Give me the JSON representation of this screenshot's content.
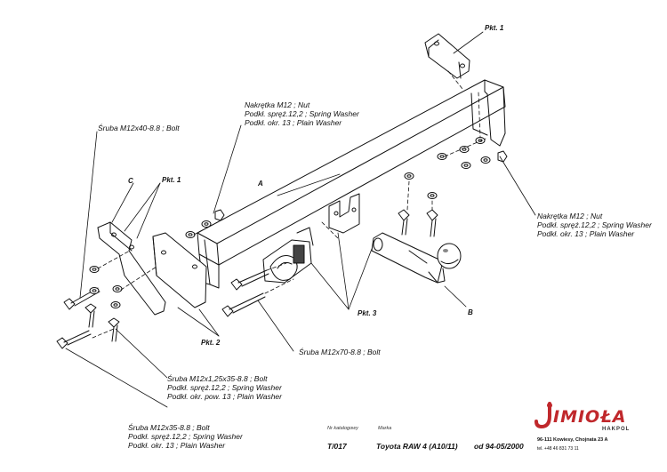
{
  "callouts": {
    "nut_upper": [
      "Nakrętka  M12 ; Nut",
      "Podkł. spręż.12,2 ; Spring Washer",
      "Podkł. okr. 13 ; Plain Washer"
    ],
    "bolt_40": [
      "Śruba M12x40-8.8 ;  Bolt"
    ],
    "nut_right": [
      "Nakrętka  M12 ; Nut",
      "Podkł. spręż.12,2 ; Spring Washer",
      "Podkł. okr. 13 ; Plain Washer"
    ],
    "bolt_70": [
      "Śruba M12x70-8.8 ;  Bolt"
    ],
    "bolt_125": [
      "Śruba M12x1,25x35-8.8 ;  Bolt",
      "Podkł. spręż.12,2 ; Spring Washer",
      "Podkł. okr. pow. 13 ; Plain Washer"
    ],
    "bolt_35": [
      "Śruba M12x35-8.8 ;  Bolt",
      "Podkł. spręż.12,2 ; Spring Washer",
      "Podkł. okr. 13 ; Plain Washer"
    ]
  },
  "tags": {
    "pkt1_top": "Pkt. 1",
    "pkt1_left": "Pkt. 1",
    "pkt2": "Pkt. 2",
    "pkt3": "Pkt. 3",
    "a": "A",
    "b": "B",
    "c": "C"
  },
  "title_block": {
    "catalog_head": "Nr katalogowy",
    "catalog_no": "T/017",
    "make_head": "Marka",
    "model": "Toyota RAW 4 (A10/11)",
    "years": "od  94-05/2000"
  },
  "logo": {
    "word": "IMIOŁA",
    "sub": "HAKPOL",
    "address": "96-111 Kowiesy, Chojnata 23 A",
    "phone": "tel. +48 46 831 73 11",
    "brand_color": "#c0282c"
  }
}
